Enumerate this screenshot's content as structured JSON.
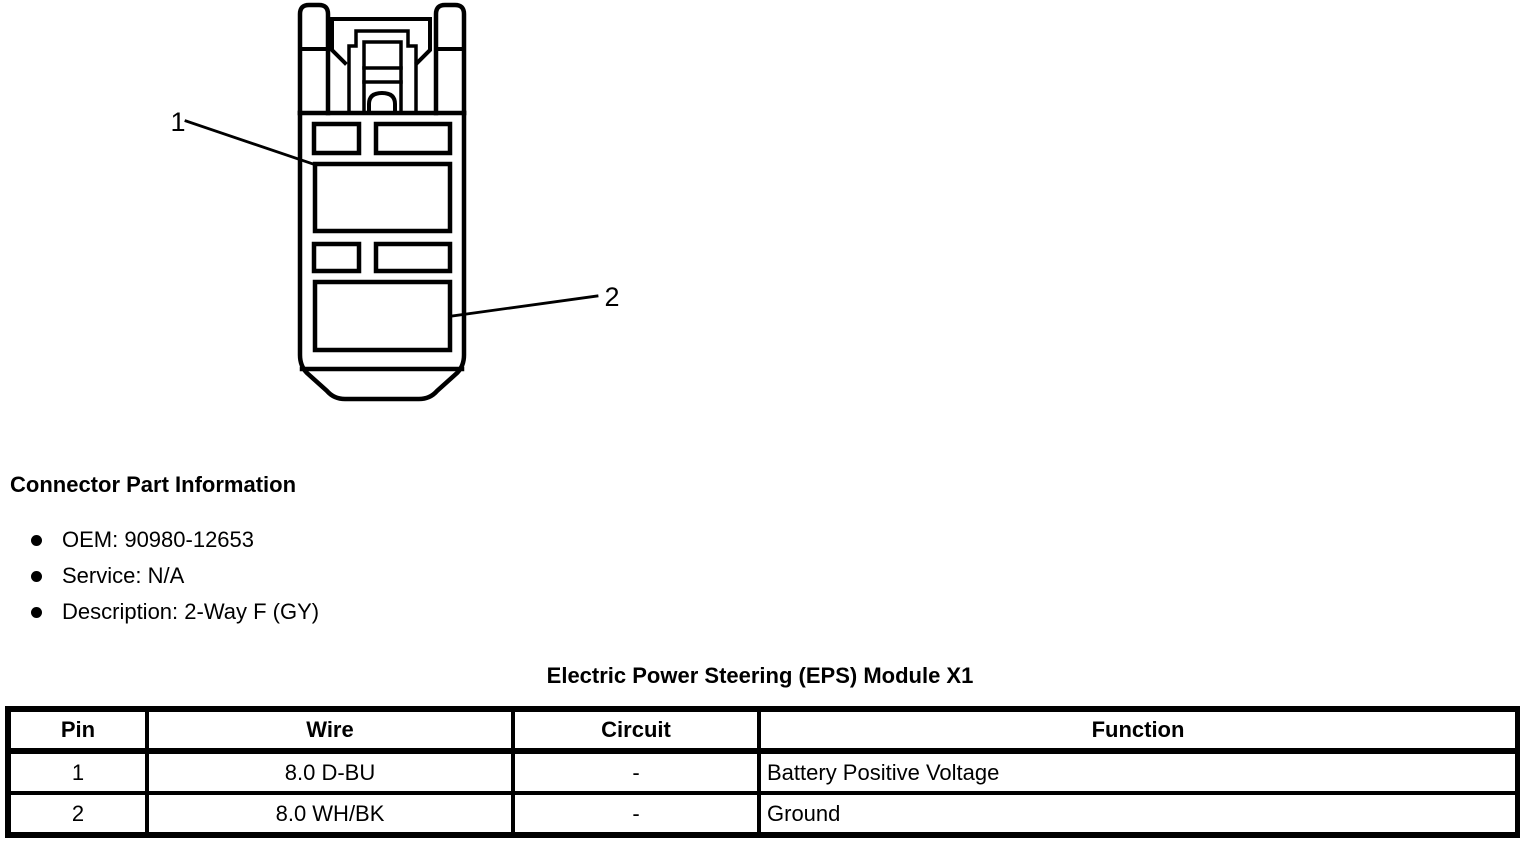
{
  "colors": {
    "ink": "#000000",
    "background": "#ffffff"
  },
  "connector_diagram": {
    "description": "2-way female connector face view line drawing",
    "pin_labels": {
      "pin1": "1",
      "pin2": "2"
    }
  },
  "part_info": {
    "heading": "Connector Part Information",
    "bullets": [
      "OEM: 90980-12653",
      "Service: N/A",
      "Description: 2-Way F (GY)"
    ]
  },
  "pinout_table": {
    "title": "Electric Power Steering (EPS) Module X1",
    "headers": [
      "Pin",
      "Wire",
      "Circuit",
      "Function"
    ],
    "rows": [
      [
        "1",
        "8.0 D-BU",
        "-",
        "Battery Positive Voltage"
      ],
      [
        "2",
        "8.0 WH/BK",
        "-",
        "Ground"
      ]
    ]
  }
}
